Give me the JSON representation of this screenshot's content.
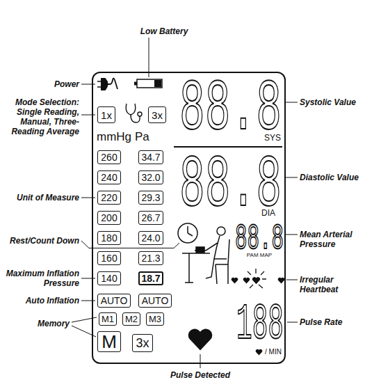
{
  "diagram": {
    "nodes": [
      {
        "text": [
          "88.8",
          "SYS",
          "88.8",
          "DIA",
          "mmHg",
          "Pa",
          "88.8",
          "PAM MAP",
          "188",
          "/ MIN"
        ]
      },
      {
        "text": [
          "1x"
        ],
        "in": 0
      },
      {
        "text": [
          "3x"
        ],
        "in": 0
      },
      {
        "text": [
          "260"
        ],
        "in": 0
      },
      {
        "text": [
          "34.7"
        ],
        "in": 0
      },
      {
        "text": [
          "240"
        ],
        "in": 0
      },
      {
        "text": [
          "32.0"
        ],
        "in": 0
      },
      {
        "text": [
          "220"
        ],
        "in": 0
      },
      {
        "text": [
          "29.3"
        ],
        "in": 0
      },
      {
        "text": [
          "200"
        ],
        "in": 0
      },
      {
        "text": [
          "26.7"
        ],
        "in": 0
      },
      {
        "text": [
          "180"
        ],
        "in": 0
      },
      {
        "text": [
          "24.0"
        ],
        "in": 0
      },
      {
        "text": [
          "160"
        ],
        "in": 0
      },
      {
        "text": [
          "21.3"
        ],
        "in": 0
      },
      {
        "text": [
          "140"
        ],
        "in": 0
      },
      {
        "text": [
          "18.7"
        ],
        "in": 0
      },
      {
        "text": [
          "AUTO"
        ],
        "in": 0
      },
      {
        "text": [
          "AUTO"
        ],
        "in": 0
      },
      {
        "text": [
          "M1"
        ],
        "in": 0
      },
      {
        "text": [
          "M2"
        ],
        "in": 0
      },
      {
        "text": [
          "M3"
        ],
        "in": 0
      },
      {
        "text": [
          "M"
        ],
        "in": 0
      },
      {
        "text": [
          "3x"
        ],
        "in": 0
      }
    ],
    "labels": [
      "Low Battery",
      "Power",
      "Mode Selection: Single Reading, Manual, Three-Reading Average",
      "Unit of Measure",
      "Rest/Count Down",
      "Maximum Inflation Pressure",
      "Auto Inflation",
      "Memory",
      "Pulse Detected",
      "Systolic Value",
      "Diastolic Value",
      "Mean Arterial Pressure",
      "Irregular Heartbeat",
      "Pulse Rate"
    ]
  }
}
